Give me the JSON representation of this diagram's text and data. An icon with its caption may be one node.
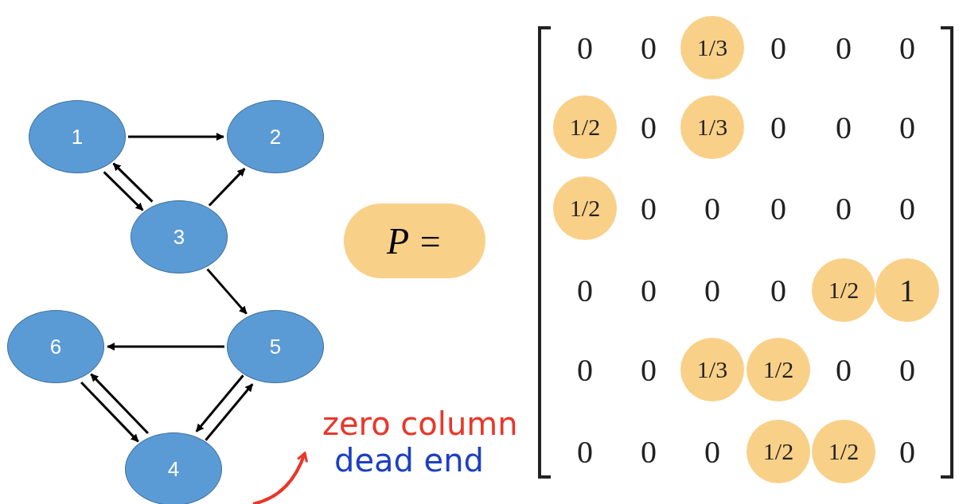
{
  "diagram": {
    "nodes": [
      {
        "text": [
          "1"
        ]
      },
      {
        "text": [
          "2"
        ]
      },
      {
        "text": [
          "3"
        ]
      },
      {
        "text": [
          "4"
        ]
      },
      {
        "text": [
          "5"
        ]
      },
      {
        "text": [
          "6"
        ]
      },
      {
        "text": [
          "zero column",
          "dead end"
        ]
      }
    ],
    "edges": [
      {
        "from": 0,
        "to": 1,
        "arrow": "to"
      },
      {
        "from": 0,
        "to": 2,
        "arrow": "to"
      },
      {
        "from": 2,
        "to": 0,
        "arrow": "to"
      },
      {
        "from": 2,
        "to": 1,
        "arrow": "to"
      },
      {
        "from": 2,
        "to": 4,
        "arrow": "to"
      },
      {
        "from": 4,
        "to": 5,
        "arrow": "to"
      },
      {
        "from": 5,
        "to": 3,
        "arrow": "to"
      },
      {
        "from": 3,
        "to": 5,
        "arrow": "to"
      },
      {
        "from": 3,
        "to": 4,
        "arrow": "to"
      },
      {
        "from": 4,
        "to": 3,
        "arrow": "to"
      },
      {
        "from": null,
        "to": 6,
        "arrow": "to",
        "color": "#e8372a"
      }
    ],
    "labels": [
      "P =",
      "0",
      "0",
      "1/3",
      "0",
      "0",
      "0",
      "1/2",
      "0",
      "1/3",
      "0",
      "0",
      "0",
      "1/2",
      "0",
      "0",
      "0",
      "0",
      "0",
      "0",
      "0",
      "0",
      "0",
      "1/2",
      "1",
      "0",
      "0",
      "1/3",
      "1/2",
      "0",
      "0",
      "0",
      "0",
      "0",
      "1/2",
      "1/2",
      "0"
    ]
  }
}
